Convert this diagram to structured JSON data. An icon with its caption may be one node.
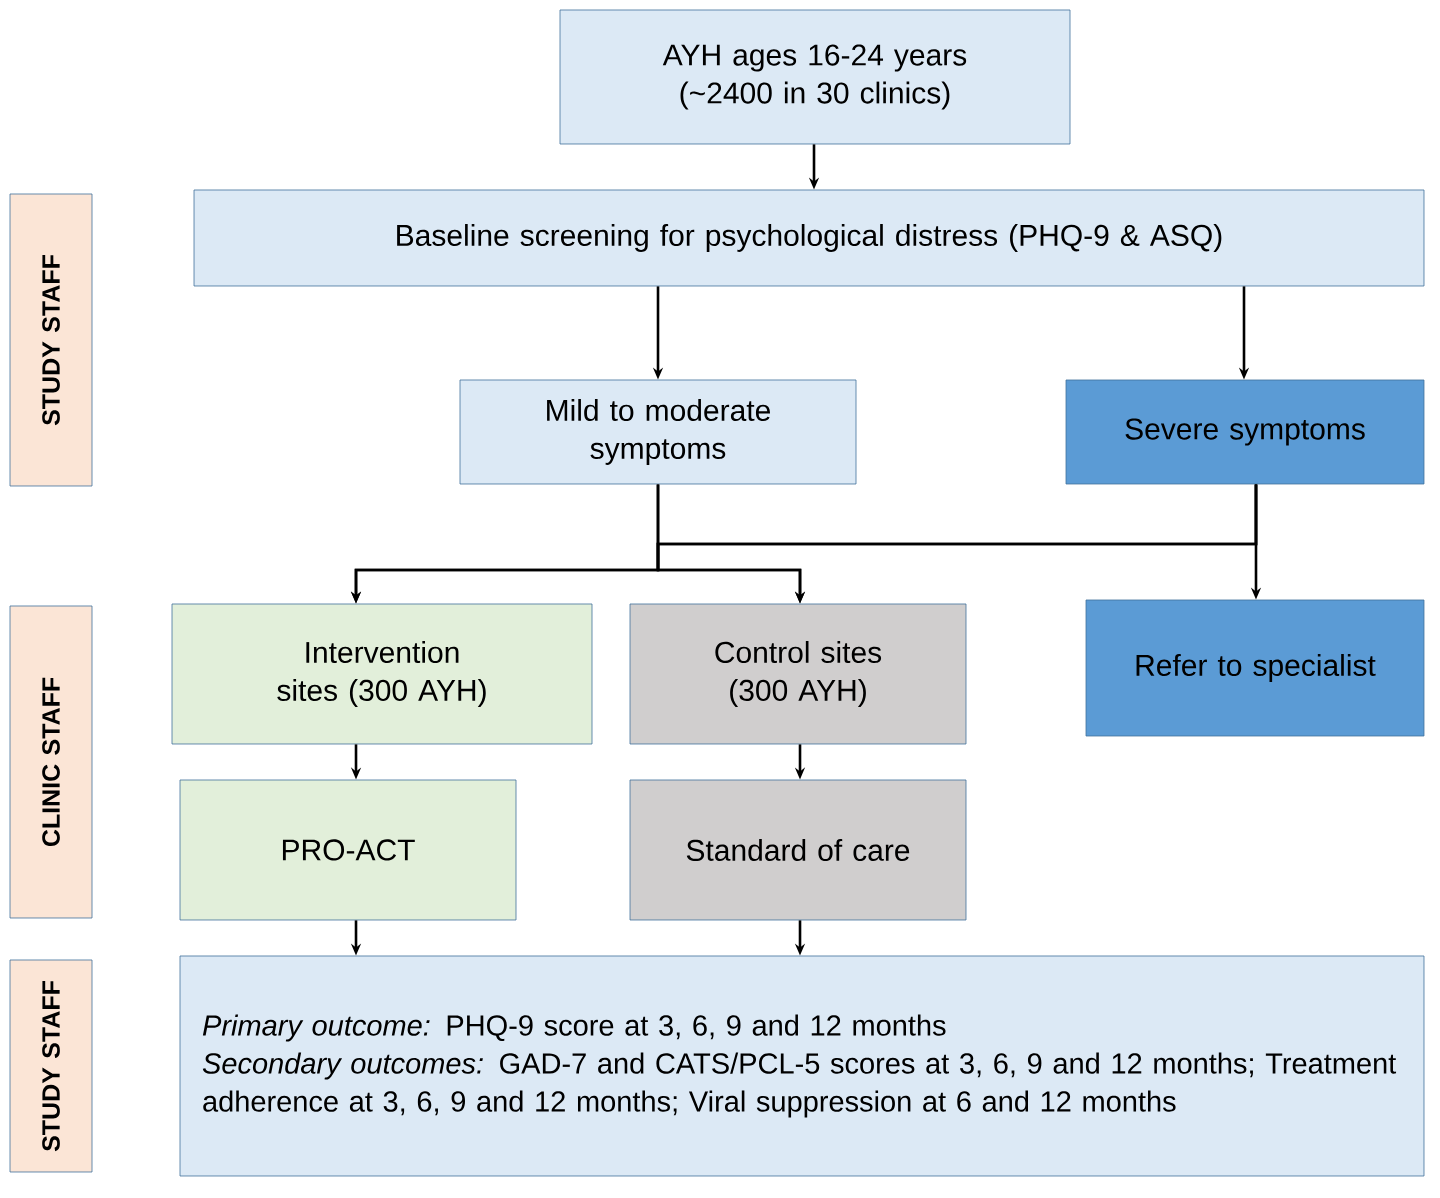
{
  "diagram": {
    "nodes": [
      {
        "text": [
          "AYH ages 16-24 years (~2400 in 30 clinics)"
        ]
      },
      {
        "text": [
          "STUDY STAFF"
        ]
      },
      {
        "text": [
          "Baseline screening for psychological distress (PHQ-9 & ASQ)"
        ]
      },
      {
        "text": [
          "Mild to moderate symptoms"
        ]
      },
      {
        "text": [
          "Severe symptoms"
        ]
      },
      {
        "text": [
          "CLINIC STAFF"
        ]
      },
      {
        "text": [
          "Intervention sites (300 AYH)"
        ]
      },
      {
        "text": [
          "Control sites (300 AYH)"
        ]
      },
      {
        "text": [
          "Refer to specialist"
        ]
      },
      {
        "text": [
          "PRO-ACT"
        ]
      },
      {
        "text": [
          "Standard of care"
        ]
      },
      {
        "text": [
          "STUDY STAFF"
        ]
      },
      {
        "text": [
          "*Primary outcome:* PHQ-9 score at 3, 6, 9 and 12 months",
          "*Secondary outcomes:* GAD-7 and CATS/PCL-5 scores at 3, 6, 9 and 12 months; Treatment adherence at 3, 6, 9 and 12 months; Viral suppression at 6 and 12 months"
        ]
      }
    ],
    "edges": [
      {
        "from": 0,
        "to": 2,
        "arrow": "to"
      },
      {
        "from": 2,
        "to": 3,
        "arrow": "to"
      },
      {
        "from": 2,
        "to": 4,
        "arrow": "to"
      },
      {
        "from": 3,
        "to": 6,
        "arrow": "to"
      },
      {
        "from": 3,
        "to": 7,
        "arrow": "to"
      },
      {
        "from": 4,
        "to": 8,
        "arrow": "to"
      },
      {
        "from": 4,
        "to": 6,
        "arrow": "to"
      },
      {
        "from": 4,
        "to": 7,
        "arrow": "to"
      },
      {
        "from": 6,
        "to": 9,
        "arrow": "to"
      },
      {
        "from": 7,
        "to": 10,
        "arrow": "to"
      },
      {
        "from": 9,
        "to": 12,
        "arrow": "to"
      },
      {
        "from": 10,
        "to": 12,
        "arrow": "to"
      }
    ]
  }
}
